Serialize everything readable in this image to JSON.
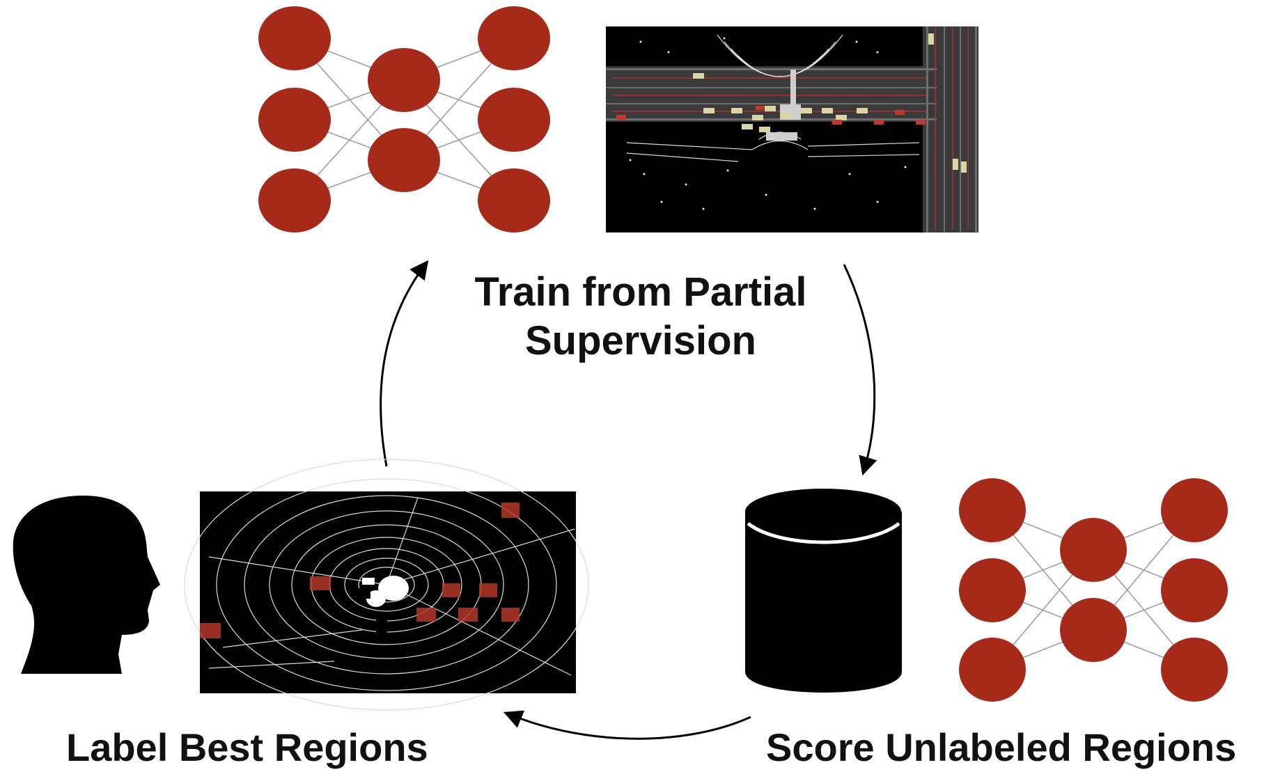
{
  "labels": {
    "train_line1": "Train from Partial",
    "train_line2": "Supervision",
    "label_best": "Label Best Regions",
    "score_unlabeled": "Score Unlabeled Regions"
  },
  "colors": {
    "node": "#A62A1A",
    "edge": "#9a9a9a",
    "text": "#111111",
    "scan_bg": "#000000",
    "scan_points": "#e8e8e8",
    "highlight": "#B3372A"
  },
  "icons": {
    "human": "human-head-silhouette-icon",
    "database": "database-cylinder-icon"
  }
}
